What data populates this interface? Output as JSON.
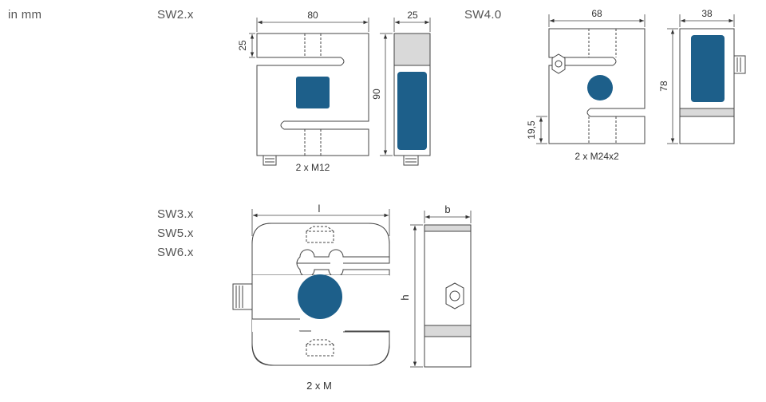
{
  "units_label": "in mm",
  "sw2": {
    "model": "SW2.x",
    "dim_width": "80",
    "dim_depth": "25",
    "dim_top": "25",
    "dim_height": "90",
    "thread": "2 x M12"
  },
  "sw4": {
    "model": "SW4.0",
    "dim_width": "68",
    "dim_depth": "38",
    "dim_height": "78",
    "dim_bottom": "19,5",
    "thread": "2 x M24x2"
  },
  "sw3": {
    "models": [
      "SW3.x",
      "SW5.x",
      "SW6.x"
    ],
    "dim_l": "l",
    "dim_b": "b",
    "dim_h": "h",
    "thread": "2 x M"
  },
  "colors": {
    "body_fill": "#ffffff",
    "body_side": "#d9d9d9",
    "accent_blue": "#1d5f8a",
    "stroke": "#444444"
  }
}
